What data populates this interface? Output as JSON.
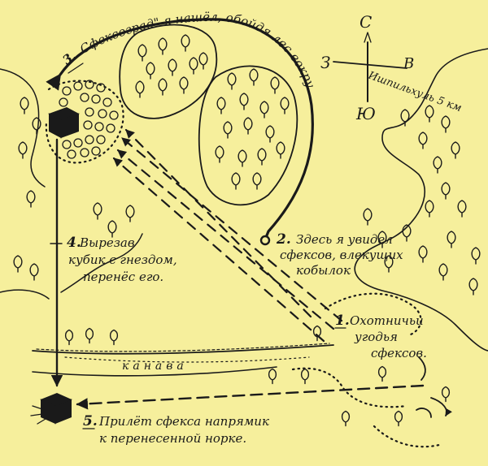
{
  "compass": {
    "north": "С",
    "south": "Ю",
    "west": "З",
    "east": "В",
    "distance_note": "Ишпильхуль 5 км"
  },
  "labels": {
    "step1_number": "1.",
    "step1_line1": "Охотничьи",
    "step1_line2": "угодья",
    "step1_line3": "сфексов.",
    "step2_number": "2.",
    "step2_line1": "Здесь я увидел",
    "step2_line2": "сфексов, влекущих",
    "step2_line3": "кобылок",
    "step3_number": "3.",
    "step3_text": "Сфексоград\" я нашёл, обойдя лес вокруг.",
    "step4_number": "4.",
    "step4_line1": "Вырезав",
    "step4_line2": "кубик с гнездом,",
    "step4_line3": "перенёс его.",
    "step5_number": "5.",
    "step5_line1": "Прилёт сфекса напрямик",
    "step5_line2": "к перенесенной норке.",
    "ditch": "канава"
  },
  "colors": {
    "paper": "#f6ef9c",
    "ink": "#1a1a1a"
  }
}
